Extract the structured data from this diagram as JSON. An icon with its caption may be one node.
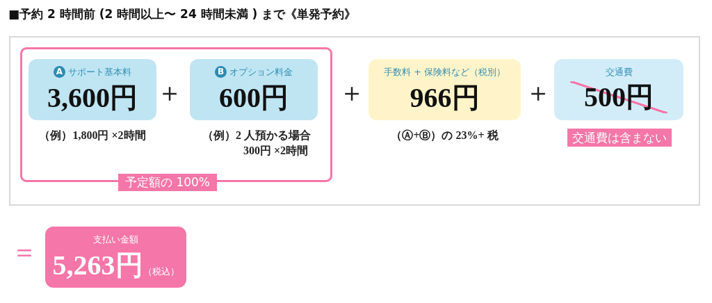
{
  "diagram": {
    "title": "■予約 2 時間前 (2 時間以上〜 24 時間未満 ) まで《単発予約》",
    "nodes": [
      {
        "text": [],
        "shape": "box"
      },
      {
        "text": [
          "A",
          "サポート基本料",
          "3,600円"
        ],
        "beside": [
          "（例）1,800円 ×2時間"
        ],
        "in": 0
      },
      {
        "text": [
          "B",
          "オプション料金",
          "600円"
        ],
        "beside": [
          "（例）2 人預かる場合",
          "300円 ×2時間"
        ],
        "in": 0
      },
      {
        "text": [
          "予定額の 100%"
        ]
      },
      {
        "text": [
          "手数料 + 保険料など（税別）",
          "966円"
        ],
        "beside": [
          "（Ⓐ+Ⓑ）の 23%+ 税"
        ]
      },
      {
        "text": [
          "交通費",
          "500円"
        ]
      },
      {
        "text": [
          "交通費は含まない"
        ]
      },
      {
        "text": [
          "支払い金額",
          "5,263円",
          "（税込）"
        ]
      }
    ],
    "labels": [
      "＋",
      "＋",
      "＋",
      "＝"
    ]
  }
}
